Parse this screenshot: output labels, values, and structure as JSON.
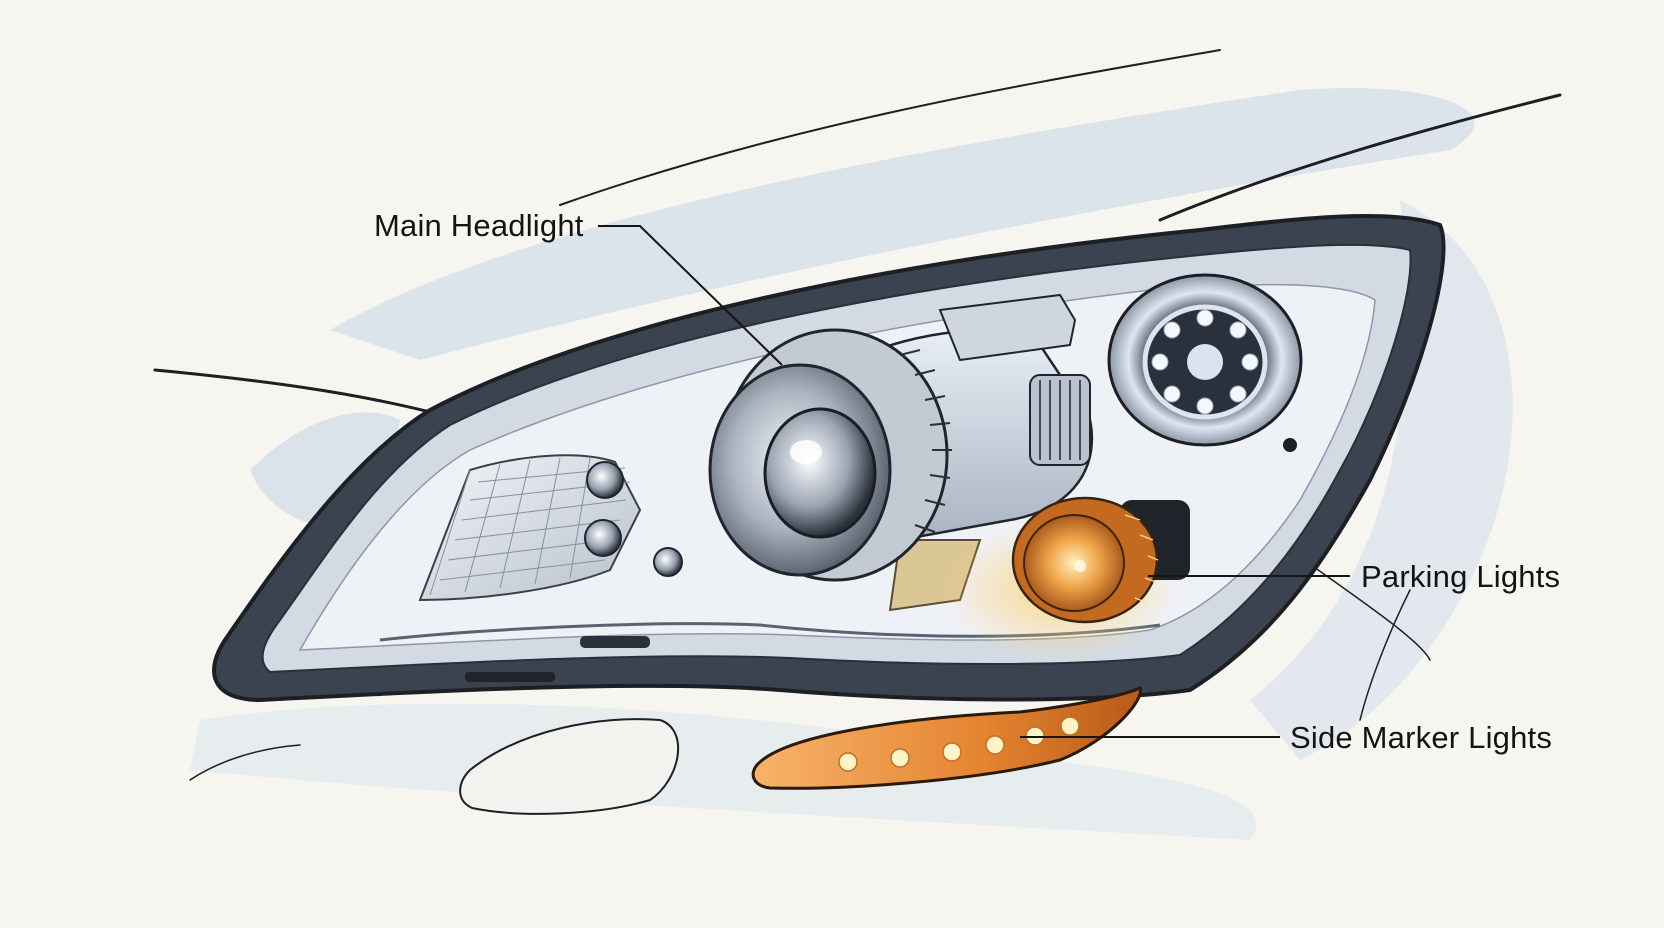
{
  "callouts": [
    {
      "id": "main",
      "label": "Main Headlight"
    },
    {
      "id": "parking",
      "label": "Parking Lights"
    },
    {
      "id": "side",
      "label": "Side Marker Lights"
    }
  ],
  "colors": {
    "paper": "#f6f5f0",
    "ink": "#1c1f24",
    "wash_blue": "#b9cbe0",
    "chrome": "#c9ced6",
    "amber": "#e08a2c",
    "amber_glow": "#ffd27a",
    "led_white": "#f4f8ff"
  }
}
